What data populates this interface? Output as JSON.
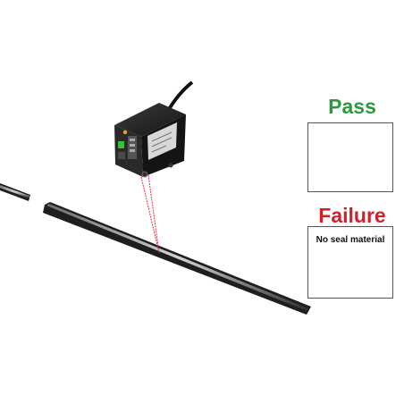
{
  "pass": {
    "title": "Pass",
    "color": "#2a9a3a"
  },
  "failure": {
    "title": "Failure",
    "color": "#d0202a",
    "note": "No seal material"
  },
  "colors": {
    "laser": "#e0304a",
    "seal": "#4a2a4a",
    "rail": "#2e2e2e",
    "sensor_body": "#1e1e1e",
    "sensor_face": "#d8d8d8",
    "indicator_green": "#39c03a",
    "indicator_orange": "#f0a020"
  },
  "icons": [
    "laser-sensor-icon",
    "seal-strip-icon",
    "workpiece-plate-icon"
  ]
}
